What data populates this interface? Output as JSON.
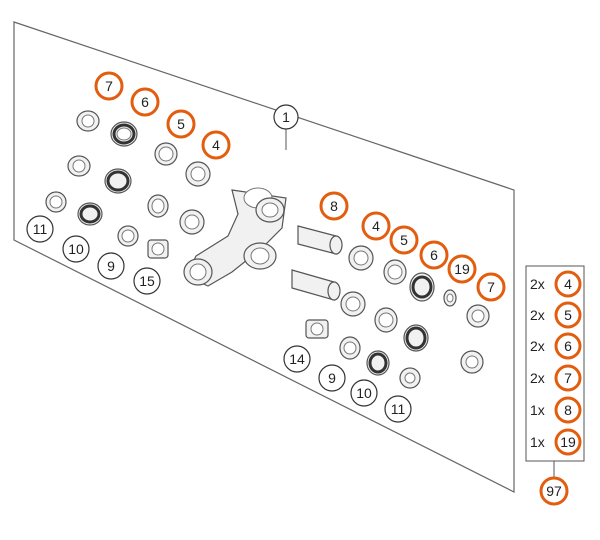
{
  "colors": {
    "highlight": "#e35d0f",
    "line": "#555555",
    "text": "#222222",
    "background": "#ffffff"
  },
  "assembly": {
    "main_label": "1",
    "kit_label": "97"
  },
  "callouts_highlighted": [
    "7",
    "6",
    "5",
    "4",
    "8",
    "4",
    "5",
    "6",
    "19",
    "7"
  ],
  "callouts_plain": [
    "11",
    "10",
    "9",
    "15",
    "14",
    "9",
    "10",
    "11"
  ],
  "kit": [
    {
      "qty": "2x",
      "part": "4"
    },
    {
      "qty": "2x",
      "part": "5"
    },
    {
      "qty": "2x",
      "part": "6"
    },
    {
      "qty": "2x",
      "part": "7"
    },
    {
      "qty": "1x",
      "part": "8"
    },
    {
      "qty": "1x",
      "part": "19"
    }
  ]
}
